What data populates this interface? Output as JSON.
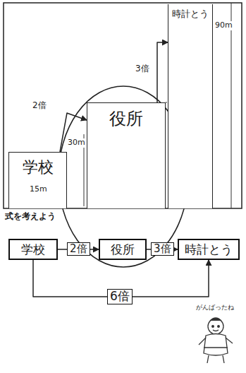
{
  "diagram": {
    "nodes": [
      {
        "text": [
          "学校"
        ]
      },
      {
        "text": [
          "役所"
        ]
      },
      {
        "text": [
          "時計とう"
        ]
      },
      {
        "text": [
          "学校"
        ]
      },
      {
        "text": [
          "役所"
        ]
      },
      {
        "text": [
          "時計とう"
        ]
      }
    ],
    "edges": [
      {
        "from": 0,
        "to": 1,
        "label": "2倍",
        "arrow": "to"
      },
      {
        "from": 1,
        "to": 2,
        "label": "3倍",
        "arrow": "to"
      },
      {
        "from": 3,
        "to": 4,
        "label": "2倍",
        "arrow": "to"
      },
      {
        "from": 4,
        "to": 5,
        "label": "3倍",
        "arrow": "to"
      },
      {
        "from": 3,
        "to": 5,
        "label": "6倍",
        "arrow": "to"
      }
    ],
    "labels": [
      "15m",
      "30m",
      "90m",
      "式を考えよう",
      "がんばったね"
    ]
  }
}
